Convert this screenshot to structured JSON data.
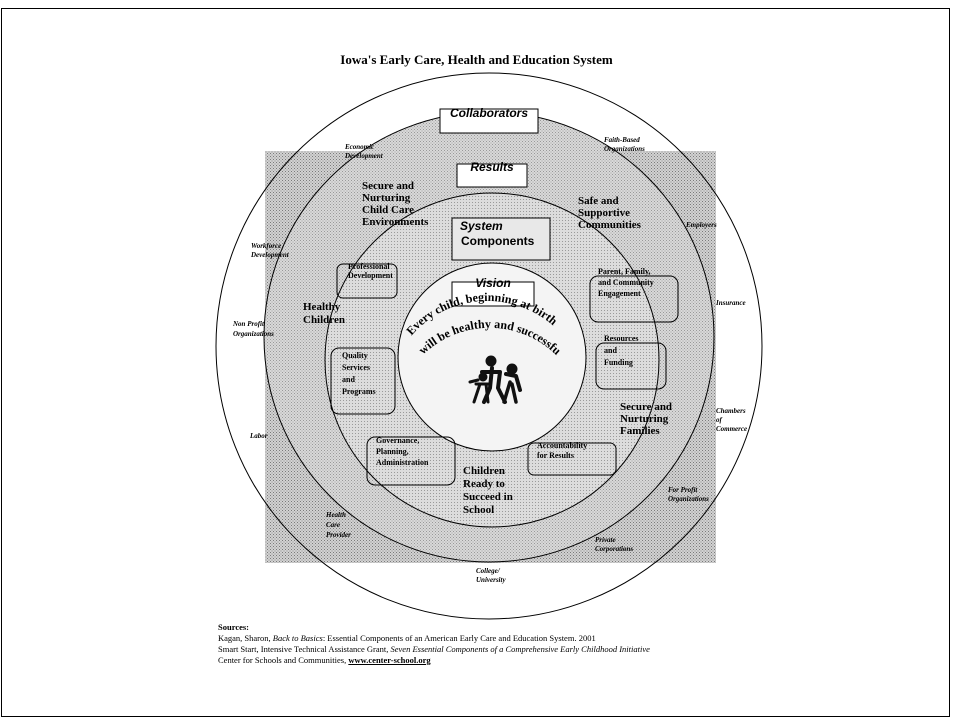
{
  "title": "Iowa's Early Care, Health and Education System",
  "labels": {
    "collaborators": "Collaborators",
    "results": "Results",
    "system_components": [
      "System",
      "Components"
    ],
    "vision": "Vision",
    "vision_text_1": "Every child, beginning at birth",
    "vision_text_2": "will be healthy and successful"
  },
  "results_items": {
    "secure_child_care": [
      "Secure and",
      "Nurturing",
      "Child Care",
      "Environments"
    ],
    "safe_communities": [
      "Safe and",
      "Supportive",
      "Communities"
    ],
    "healthy_children": [
      "Healthy",
      "Children"
    ],
    "secure_families": [
      "Secure and",
      "Nurturing",
      "Families"
    ],
    "ready_school": [
      "Children",
      "Ready to",
      "Succeed in",
      "School"
    ]
  },
  "components": {
    "professional_development": [
      "Professional",
      "Development"
    ],
    "parent_engagement": [
      "Parent, Family,",
      "and Community",
      "Engagement"
    ],
    "resources_funding": [
      "Resources",
      "and",
      "Funding"
    ],
    "quality_services": [
      "Quality",
      "Services",
      "and",
      "Programs"
    ],
    "governance": [
      "Governance,",
      "Planning,",
      "Administration"
    ],
    "accountability": [
      "Accountability",
      "for Results"
    ]
  },
  "collaborator_list": {
    "economic_development": [
      "Economic",
      "Development"
    ],
    "faith_based": [
      "Faith-Based",
      "Organizations"
    ],
    "employers": [
      "Employers"
    ],
    "workforce_development": [
      "Workforce",
      "Development"
    ],
    "insurance": [
      "Insurance"
    ],
    "non_profit": [
      "Non Profit",
      "Organizations"
    ],
    "chambers": [
      "Chambers",
      "of",
      "Commerce"
    ],
    "labor": [
      "Labor"
    ],
    "for_profit": [
      "For Profit",
      "Organizations"
    ],
    "health_care": [
      "Health",
      "Care",
      "Provider"
    ],
    "private_corporations": [
      "Private",
      "Corporations"
    ],
    "college": [
      "College/",
      "University"
    ]
  },
  "sources": {
    "heading": "Sources:",
    "line1_a": "Kagan, Sharon, ",
    "line1_b": "Back to Basics",
    "line1_c": ":  Essential Components of an American Early Care and Education System.  2001",
    "line2_a": "Smart Start, Intensive Technical Assistance Grant, ",
    "line2_b": "Seven Essential Components of a Comprehensive Early Childhood Initiative",
    "line3_a": "Center for Schools and Communities, ",
    "line3_b": "www.center-school.org"
  },
  "colors": {
    "stipple_bg": "#b9b9b9",
    "results_ring": "#cecece",
    "components_ring": "#c4c4c4",
    "center": "#f2f2f2"
  }
}
